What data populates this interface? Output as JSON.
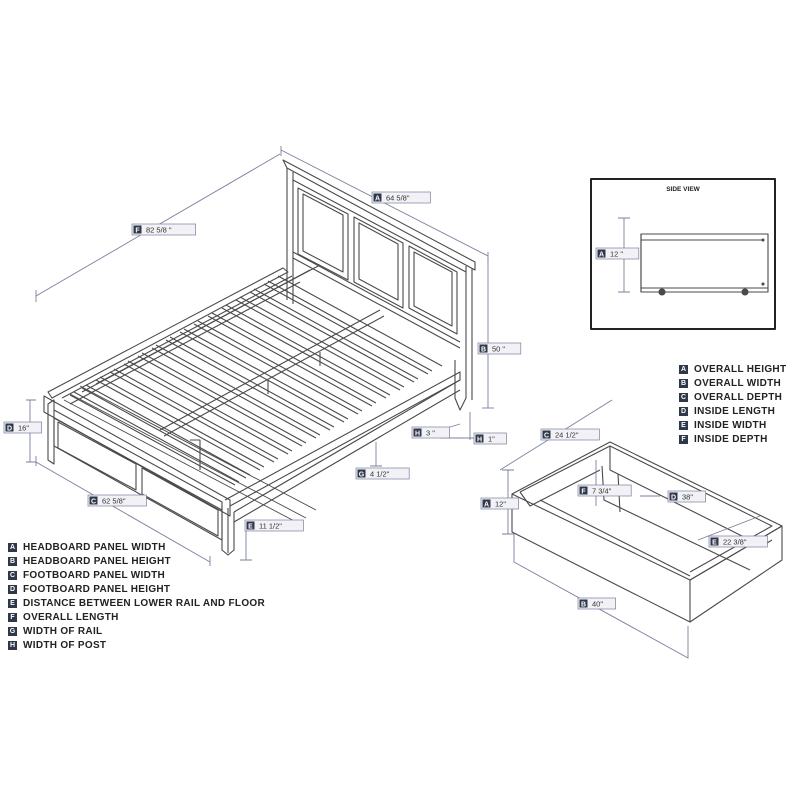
{
  "bed_callouts": [
    {
      "key": "A",
      "text": "64 5/8\""
    },
    {
      "key": "F",
      "text": "82 5/8 \""
    },
    {
      "key": "B",
      "text": "50 \""
    },
    {
      "key": "D",
      "text": "16\""
    },
    {
      "key": "C",
      "text": "62 5/8\""
    },
    {
      "key": "H",
      "text": "3 \""
    },
    {
      "key": "H",
      "text": "1\""
    },
    {
      "key": "G",
      "text": "4 1/2\""
    },
    {
      "key": "E",
      "text": "11 1/2\""
    }
  ],
  "side_view": {
    "title": "SIDE VIEW",
    "callout": {
      "key": "A",
      "text": "12 \""
    }
  },
  "drawer_callouts": [
    {
      "key": "C",
      "text": "24 1/2\""
    },
    {
      "key": "A",
      "text": "12\""
    },
    {
      "key": "F",
      "text": "7 3/4\""
    },
    {
      "key": "D",
      "text": "38\""
    },
    {
      "key": "E",
      "text": "22 3/8\""
    },
    {
      "key": "B",
      "text": "40\""
    }
  ],
  "bed_legend": [
    {
      "key": "A",
      "label": "HEADBOARD PANEL WIDTH"
    },
    {
      "key": "B",
      "label": "HEADBOARD PANEL HEIGHT"
    },
    {
      "key": "C",
      "label": "FOOTBOARD PANEL WIDTH"
    },
    {
      "key": "D",
      "label": "FOOTBOARD PANEL HEIGHT"
    },
    {
      "key": "E",
      "label": "DISTANCE BETWEEN LOWER RAIL AND FLOOR"
    },
    {
      "key": "F",
      "label": "OVERALL LENGTH"
    },
    {
      "key": "G",
      "label": "WIDTH OF RAIL"
    },
    {
      "key": "H",
      "label": "WIDTH OF POST"
    }
  ],
  "drawer_legend": [
    {
      "key": "A",
      "label": "OVERALL HEIGHT"
    },
    {
      "key": "B",
      "label": "OVERALL WIDTH"
    },
    {
      "key": "C",
      "label": "OVERALL DEPTH"
    },
    {
      "key": "D",
      "label": "INSIDE LENGTH"
    },
    {
      "key": "E",
      "label": "INSIDE WIDTH"
    },
    {
      "key": "F",
      "label": "INSIDE DEPTH"
    }
  ],
  "colors": {
    "line": "#4a4a4a",
    "dimension": "#7a7f9e",
    "key_fill": "#2f3848",
    "callout_fill": "#f2f2f6"
  }
}
